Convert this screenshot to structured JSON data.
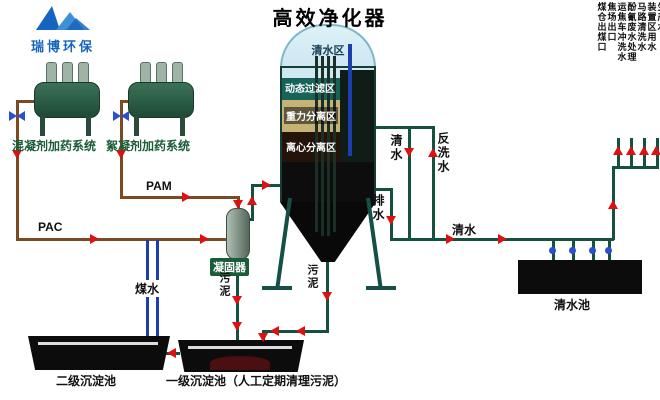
{
  "logo": {
    "text": "瑞博环保"
  },
  "title": "高效净化器",
  "purifier": {
    "zone_clear": "清水区",
    "zone_dynamic_filter": "动态过滤区",
    "zone_gravity": "重力分离区",
    "zone_centrifugal": "离心分离区"
  },
  "dosing": {
    "coagulant_system": "混凝剂加药系统",
    "flocculant_system": "絮凝剂加药系统",
    "pac": "PAC",
    "pam": "PAM"
  },
  "coagulator": "凝固器",
  "streams": {
    "coal_water": "煤水",
    "sludge_left": "污泥",
    "sludge_center": "污泥",
    "drain": "排水",
    "clear_water_down": "清水",
    "backwash": "反洗水",
    "clear_water_to_pool": "清水"
  },
  "basins": {
    "secondary": "二级沉淀池",
    "primary": "一级沉淀池（人工定期清理污泥）",
    "clear_pool": "清水池"
  },
  "reuse_labels": [
    "煤仓出煤口",
    "焦场出口",
    "运焦车冲洗水",
    "酚氰废水处理",
    "马路清洗水",
    "装置区用水",
    "生产水"
  ],
  "colors": {
    "pipe": "#14523f",
    "pipe_brown": "#7a4a22",
    "pipe_blue": "#1d3fae",
    "arrow": "#dd1111",
    "label_green": "#1a5c38",
    "logo_blue": "#1565c0",
    "valve_blue": "#2a4fd0",
    "dome_blue": "#cfe8f2",
    "band_teal": "#16635a",
    "band_tan": "#c6b275",
    "band_brown": "#241309"
  }
}
